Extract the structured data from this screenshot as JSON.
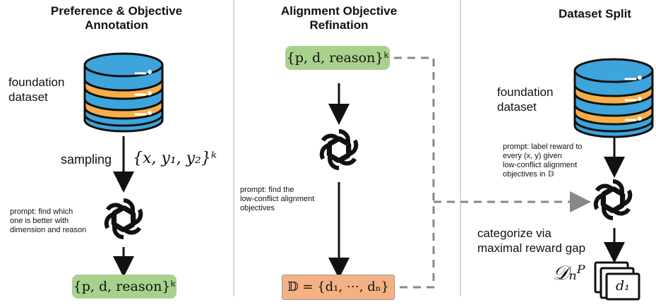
{
  "panels": {
    "left": {
      "title_line1": "Preference & Objective",
      "title_line2": "Annotation",
      "db_label_line1": "foundation",
      "db_label_line2": "dataset",
      "sampling_label": "sampling",
      "sampling_math": "{x, y₁, y₂}ᵏ",
      "prompt_line1": "prompt: find which",
      "prompt_line2": "one is better with",
      "prompt_line3": "dimension and reason",
      "output_math": "{p, d, reason}ᵏ"
    },
    "middle": {
      "title_line1": "Alignment Objective",
      "title_line2": "Refination",
      "input_math": "{p, d, reason}ᵏ",
      "prompt_line1": "prompt: find the",
      "prompt_line2": "low-conflict alignment",
      "prompt_line3": "objectives",
      "output_math": "𝔻 = {d₁, ⋯, dₙ}"
    },
    "right": {
      "title": "Dataset Split",
      "db_label_line1": "foundation",
      "db_label_line2": "dataset",
      "prompt_line1": "prompt: label reward to",
      "prompt_line2": "every (x, y) given",
      "prompt_line3": "low-conflict alignment",
      "prompt_line4": "objectives in 𝔻",
      "categorize_line1": "categorize via",
      "categorize_line2": "maximal reward gap",
      "subset_math": "𝒟ₙᴾ",
      "doc_label": "d₁"
    }
  },
  "colors": {
    "db_blue": "#3da4dc",
    "db_orange": "#f6ad4a",
    "pill_green": "#a9d18e",
    "box_orange": "#f4b183",
    "divider": "#cccccc",
    "dashed": "#888888"
  },
  "icons": {
    "database": "database-icon",
    "llm": "openai-logo-icon",
    "documents": "document-stack-icon"
  }
}
